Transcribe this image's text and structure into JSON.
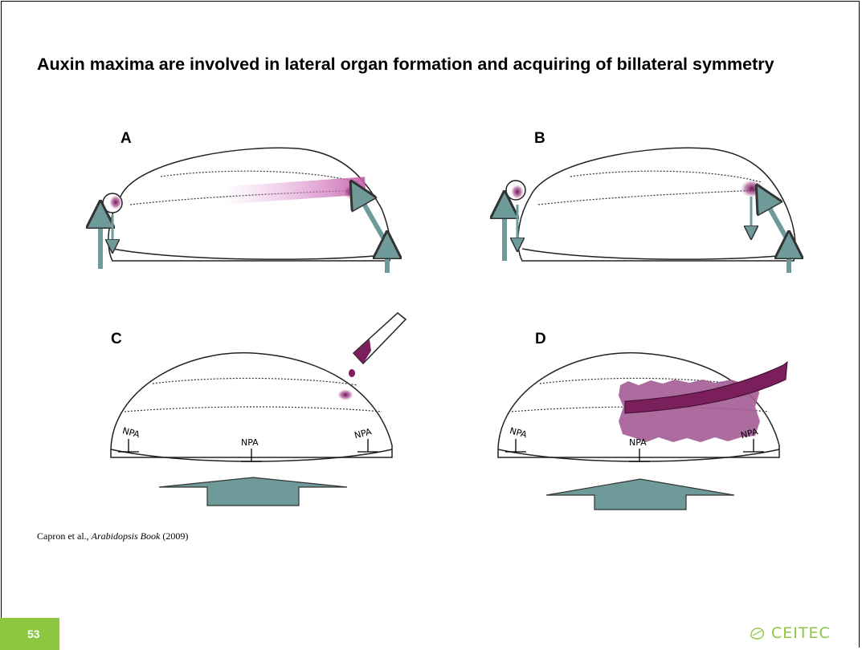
{
  "slide": {
    "title": "Auxin maxima are involved in lateral organ formation and acquiring of billateral symmetry",
    "page_number": "53",
    "citation": {
      "authors": "Capron et al., ",
      "source": "Arabidopsis Book",
      "year": " (2009)"
    },
    "logo_text": "CEITEC",
    "logo_icon": "ceitec-leaf-icon"
  },
  "figure": {
    "panels": [
      {
        "label": "A"
      },
      {
        "label": "B"
      },
      {
        "label": "C"
      },
      {
        "label": "D"
      }
    ],
    "npa_label": "NPA"
  },
  "colors": {
    "accent_green": "#8dc63f",
    "auxin_purple": "#7a1f5c",
    "arrow_teal": "#6e9a9a",
    "stain_mauve": "#a35c95"
  }
}
